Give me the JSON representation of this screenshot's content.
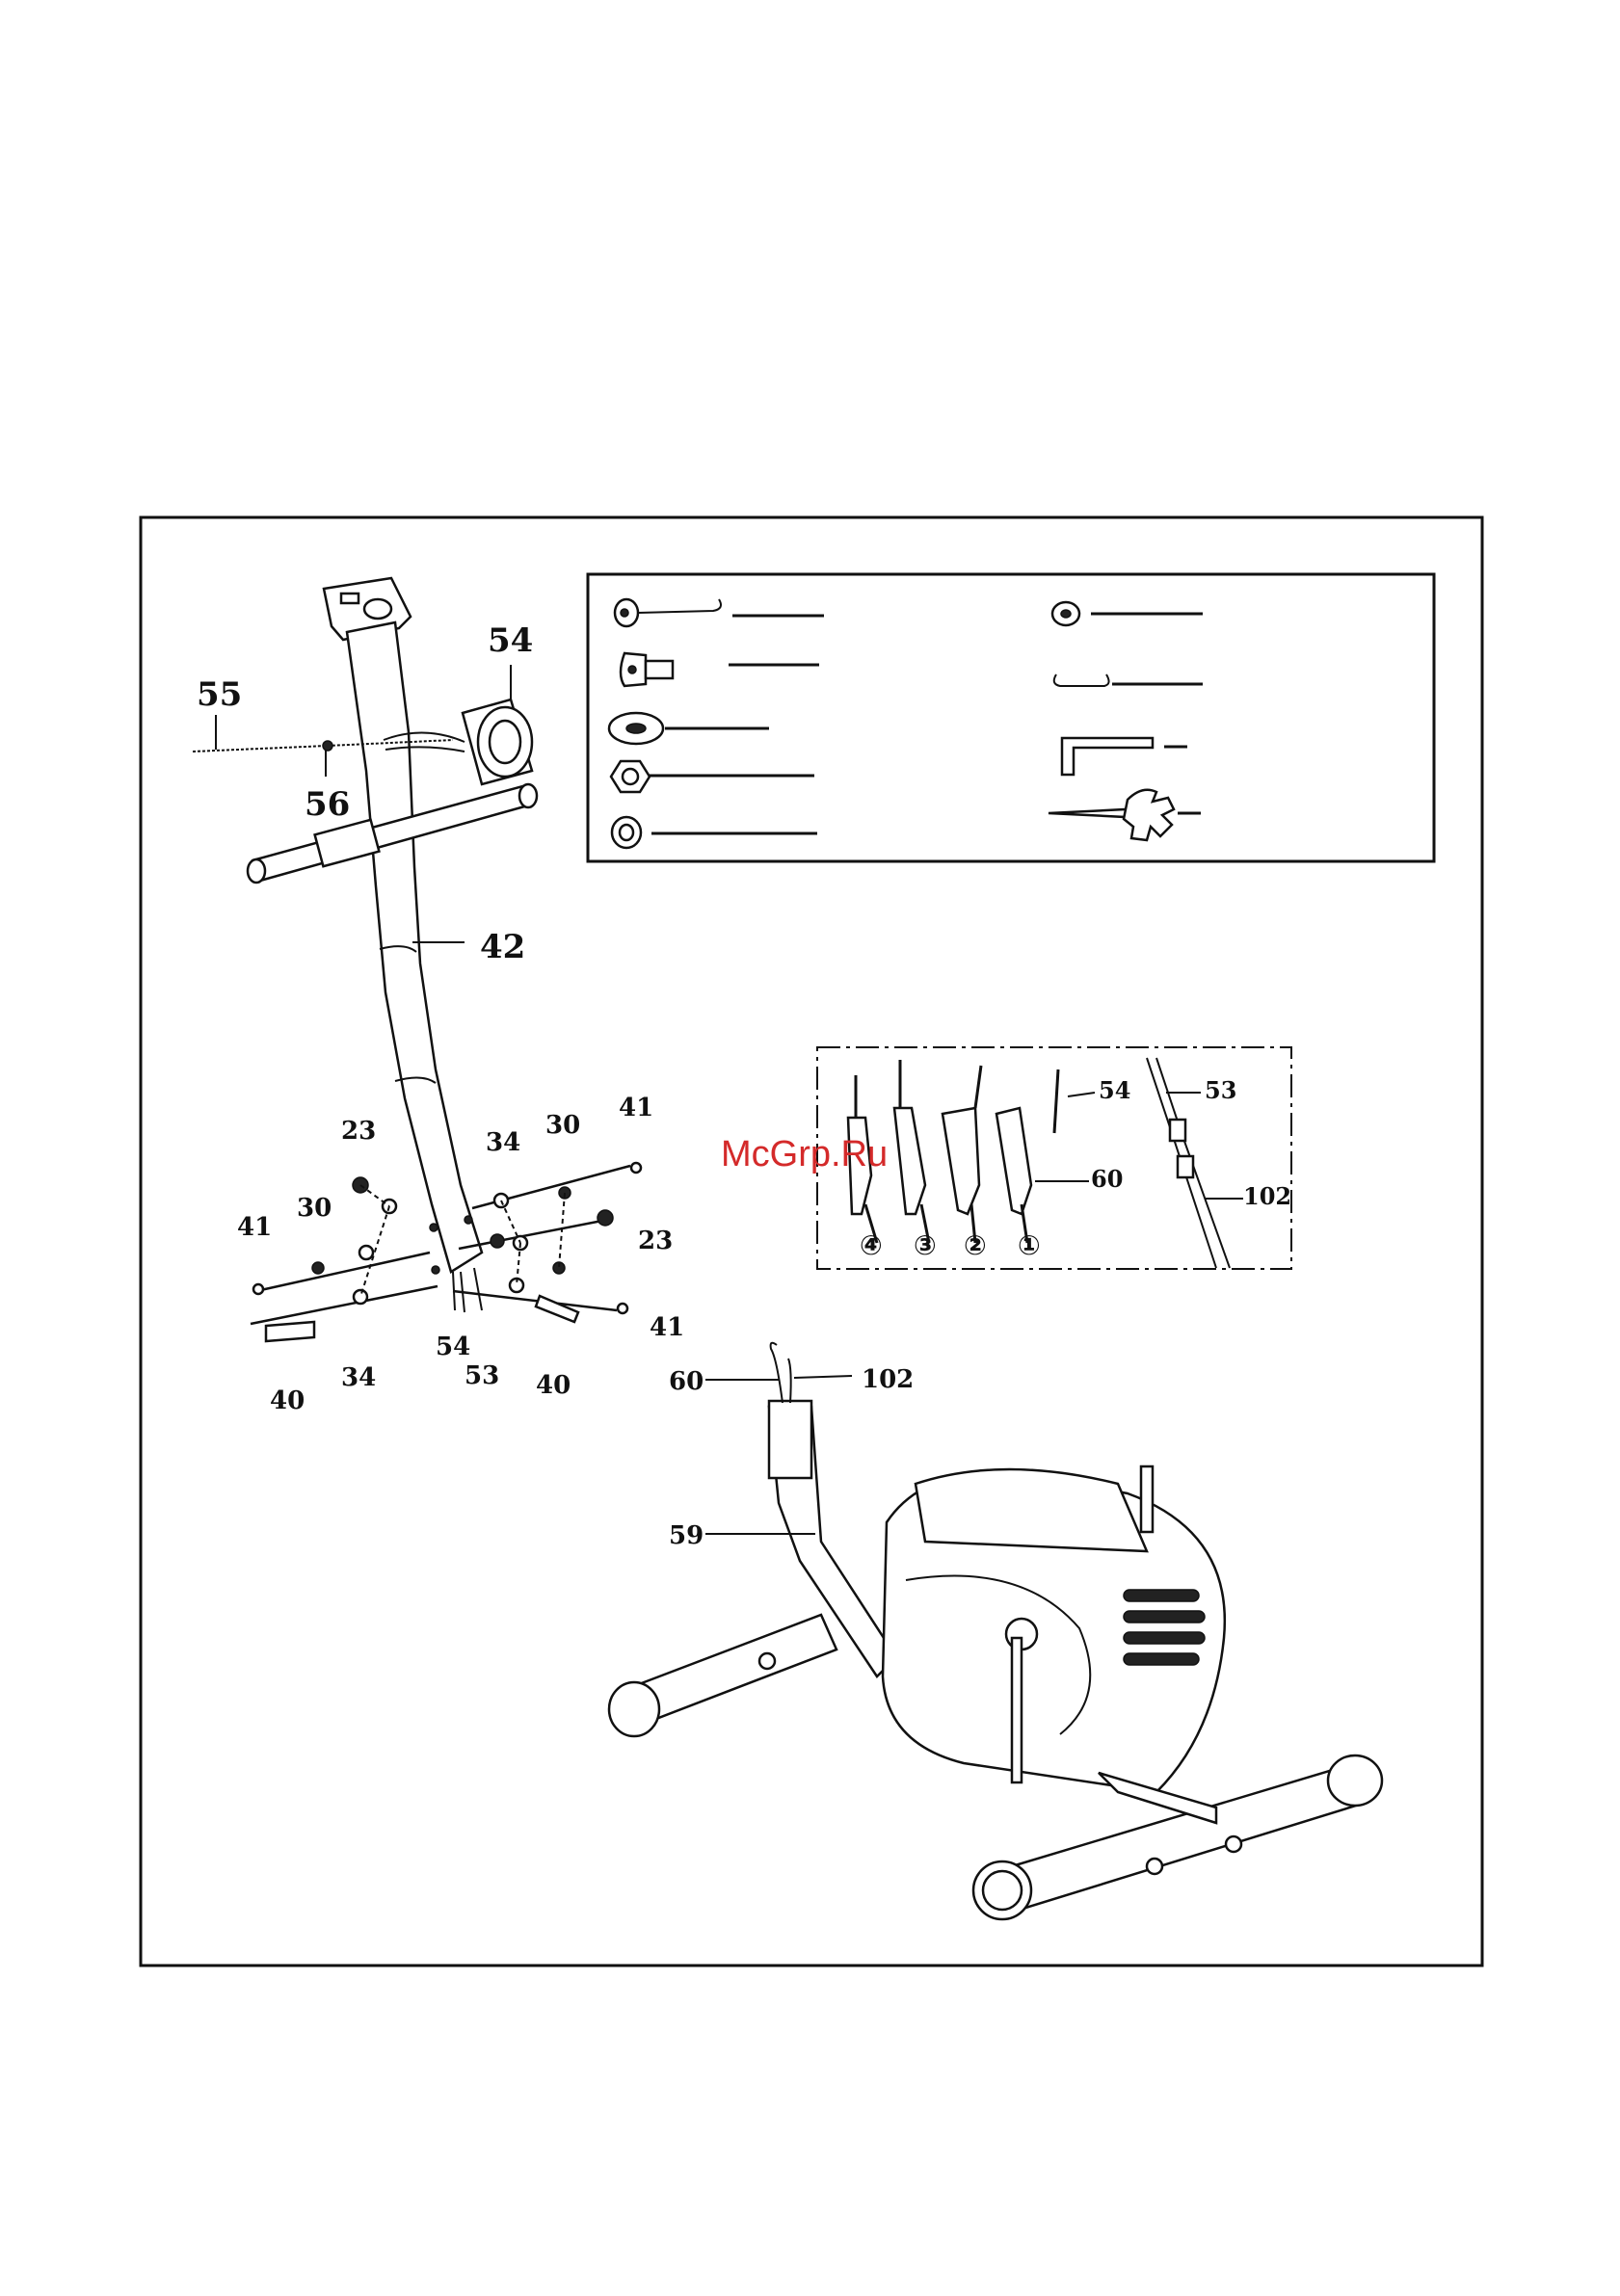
{
  "watermark": "McGrp.Ru",
  "legend_box": {
    "items_left": [
      "bolt-with-cable",
      "button-head-bolt",
      "curved-washer",
      "nyloc-nut",
      "flat-washer"
    ],
    "items_right": [
      "small-washer",
      "clip",
      "allen-key",
      "multi-wrench"
    ]
  },
  "labels": {
    "p54_top": "54",
    "p55": "55",
    "p56": "56",
    "p42": "42",
    "p23_left": "23",
    "p34_top": "34",
    "p30_top": "30",
    "p41_top": "41",
    "p41_left": "41",
    "p30_left": "30",
    "p23_right": "23",
    "p41_right": "41",
    "p40_left": "40",
    "p34_bottom": "34",
    "p54_bottom": "54",
    "p53_bottom": "53",
    "p40_right": "40",
    "p60_main": "60",
    "p102_main": "102",
    "p59": "59"
  },
  "detail_box": {
    "p54": "54",
    "p53": "53",
    "p60": "60",
    "p102": "102",
    "step4": "④",
    "step3": "③",
    "step2": "②",
    "step1": "①"
  },
  "icons": [
    "bolt-icon",
    "washer-icon",
    "nut-icon",
    "allen-key-icon",
    "wrench-icon"
  ]
}
